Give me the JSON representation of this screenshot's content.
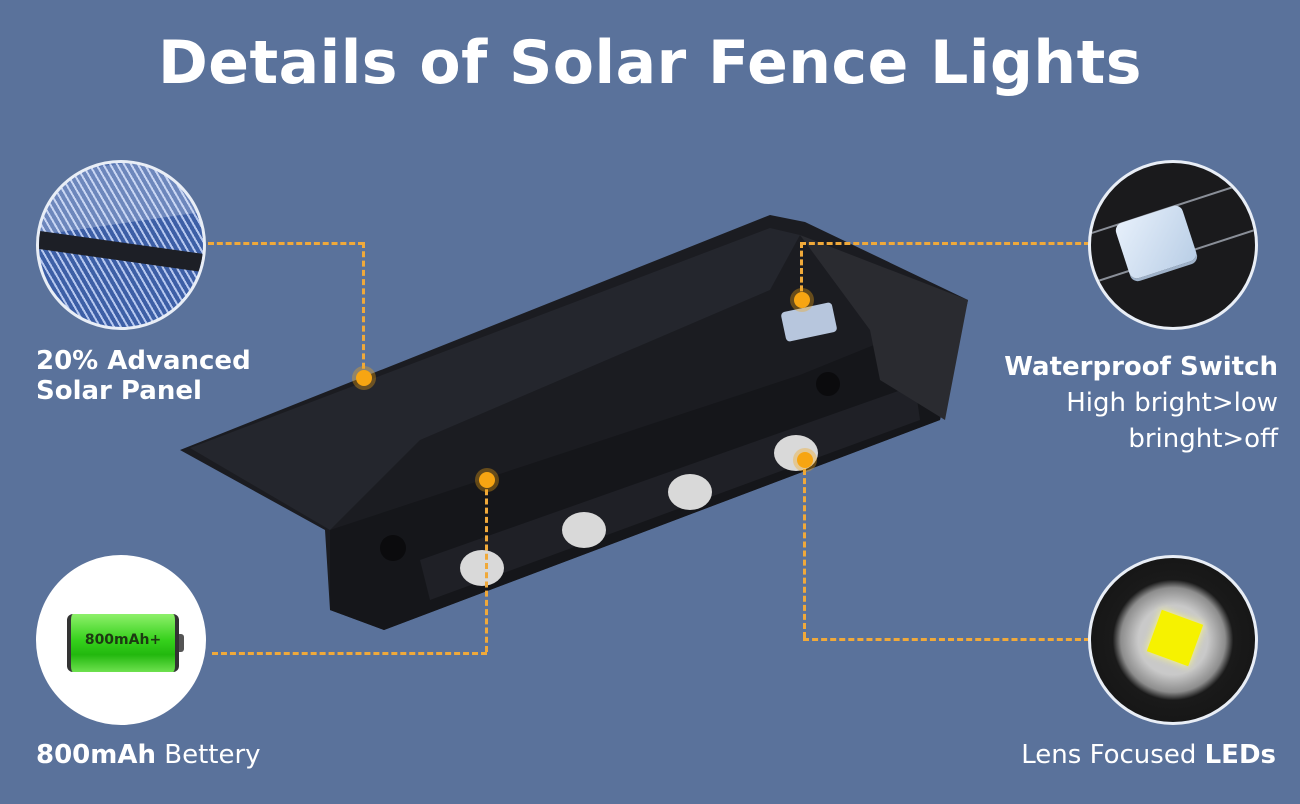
{
  "title": "Details of Solar Fence Lights",
  "colors": {
    "background": "#5a729b",
    "callout_line": "#f0a93a",
    "callout_dot": "#f7a512",
    "text": "#ffffff"
  },
  "features": {
    "solar_panel": {
      "line1": "20% Advanced",
      "line2": "Solar Panel",
      "icon": "solar-panel-closeup"
    },
    "switch": {
      "title": "Waterproof Switch",
      "line1": "High bright>low",
      "line2": "bringht>off",
      "icon": "switch-closeup"
    },
    "battery": {
      "bold": "800mAh",
      "rest": " Bettery",
      "icon": "battery",
      "icon_text": "800mAh+"
    },
    "leds": {
      "normal": "Lens Focused ",
      "bold": "LEDs",
      "icon": "led-lens-closeup"
    }
  }
}
